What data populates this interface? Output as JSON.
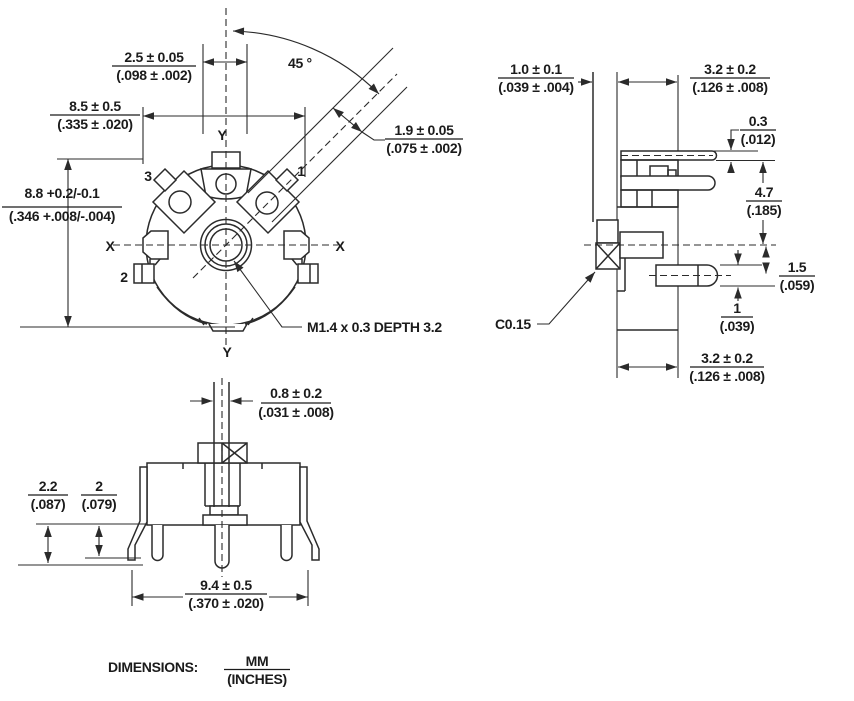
{
  "colors": {
    "line": "#2b2b2b",
    "text": "#1b1b1b",
    "background": "#ffffff"
  },
  "top_view": {
    "dim_2_5": {
      "mm": "2.5 ± 0.05",
      "inches": "(.098 ± .002)"
    },
    "angle": "45 °",
    "dim_8_5": {
      "mm": "8.5 ± 0.5",
      "inches": "(.335 ± .020)"
    },
    "dim_8_8": {
      "mm": "8.8 +0.2/-0.1",
      "inches": "(.346 +.008/-.004)"
    },
    "dim_1_9": {
      "mm": "1.9 ± 0.05",
      "inches": "(.075 ± .002)"
    },
    "thread_note": "M1.4 x 0.3 DEPTH 3.2",
    "axis_labels": {
      "y_top": "Y",
      "y_bottom": "Y",
      "x_left": "X",
      "x_right": "X"
    },
    "terminal_labels": {
      "t1": "1",
      "t2": "2",
      "t3": "3"
    }
  },
  "side_view": {
    "dim_1_0": {
      "mm": "1.0 ± 0.1",
      "inches": "(.039 ± .004)"
    },
    "dim_3_2_top": {
      "mm": "3.2 ± 0.2",
      "inches": "(.126 ± .008)"
    },
    "dim_0_3": {
      "mm": "0.3",
      "inches": "(.012)"
    },
    "dim_4_7": {
      "mm": "4.7",
      "inches": "(.185)"
    },
    "dim_1_5": {
      "mm": "1.5",
      "inches": "(.059)"
    },
    "dim_1": {
      "mm": "1",
      "inches": "(.039)"
    },
    "chamfer_note": "C0.15",
    "dim_3_2_bottom": {
      "mm": "3.2 ± 0.2",
      "inches": "(.126 ± .008)"
    }
  },
  "front_view": {
    "dim_0_8": {
      "mm": "0.8 ± 0.2",
      "inches": "(.031 ± .008)"
    },
    "dim_2_2": {
      "mm": "2.2",
      "inches": "(.087)"
    },
    "dim_2": {
      "mm": "2",
      "inches": "(.079)"
    },
    "dim_9_4": {
      "mm": "9.4 ± 0.5",
      "inches": "(.370 ± .020)"
    }
  },
  "footer": {
    "label": "DIMENSIONS:",
    "units_mm": "MM",
    "units_inches": "(INCHES)"
  }
}
